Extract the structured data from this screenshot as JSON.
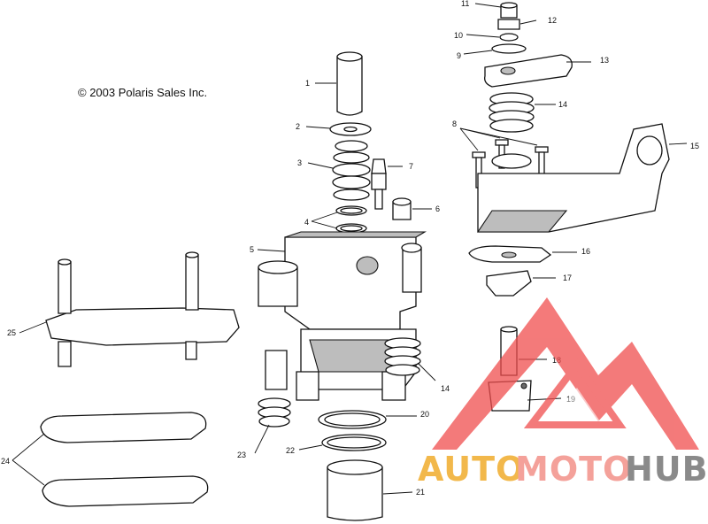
{
  "copyright": "© 2003 Polaris Sales Inc.",
  "callouts": [
    {
      "id": "1",
      "text": "1"
    },
    {
      "id": "2",
      "text": "2"
    },
    {
      "id": "3",
      "text": "3"
    },
    {
      "id": "4",
      "text": "4"
    },
    {
      "id": "5",
      "text": "5"
    },
    {
      "id": "6",
      "text": "6"
    },
    {
      "id": "7",
      "text": "7"
    },
    {
      "id": "8",
      "text": "8"
    },
    {
      "id": "9",
      "text": "9"
    },
    {
      "id": "10",
      "text": "10"
    },
    {
      "id": "11",
      "text": "11"
    },
    {
      "id": "12",
      "text": "12"
    },
    {
      "id": "13",
      "text": "13"
    },
    {
      "id": "14a",
      "text": "14"
    },
    {
      "id": "14b",
      "text": "14"
    },
    {
      "id": "15",
      "text": "15"
    },
    {
      "id": "16",
      "text": "16"
    },
    {
      "id": "17",
      "text": "17"
    },
    {
      "id": "18",
      "text": "18"
    },
    {
      "id": "19",
      "text": "19"
    },
    {
      "id": "20",
      "text": "20"
    },
    {
      "id": "21",
      "text": "21"
    },
    {
      "id": "22",
      "text": "22"
    },
    {
      "id": "23",
      "text": "23"
    },
    {
      "id": "24",
      "text": "24"
    },
    {
      "id": "25",
      "text": "25"
    }
  ],
  "watermark": {
    "part1": "AUTO",
    "part2": "MOTO",
    "part3": "HUB",
    "colors": {
      "auto": "#f2b84b",
      "moto": "#f4a19a",
      "hub": "#8a8a8a",
      "logo": "#f04e4e"
    }
  }
}
